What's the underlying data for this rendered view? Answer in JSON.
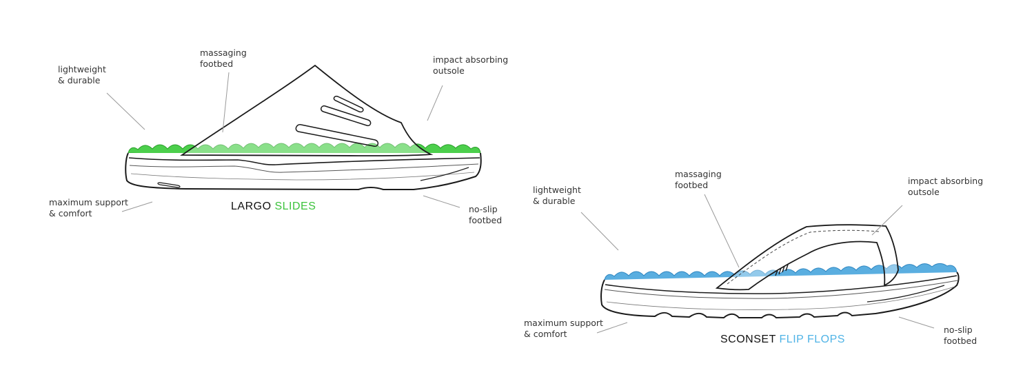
{
  "slides": {
    "title_prefix": "LARGO",
    "title_highlight": "SLIDES",
    "accent_color": "#3cc33c",
    "callouts": {
      "lightweight": "lightweight\n& durable",
      "massaging": "massaging\nfootbed",
      "impact": "impact absorbing\noutsole",
      "support": "maximum support\n& comfort",
      "noslip": "no-slip\nfootbed"
    }
  },
  "flipflops": {
    "title_prefix": "SCONSET",
    "title_highlight": "FLIP FLOPS",
    "accent_color": "#4fb3e6",
    "callouts": {
      "lightweight": "lightweight\n& durable",
      "massaging": "massaging\nfootbed",
      "impact": "impact absorbing\noutsole",
      "support": "maximum support\n& comfort",
      "noslip": "no-slip\nfootbed"
    }
  }
}
